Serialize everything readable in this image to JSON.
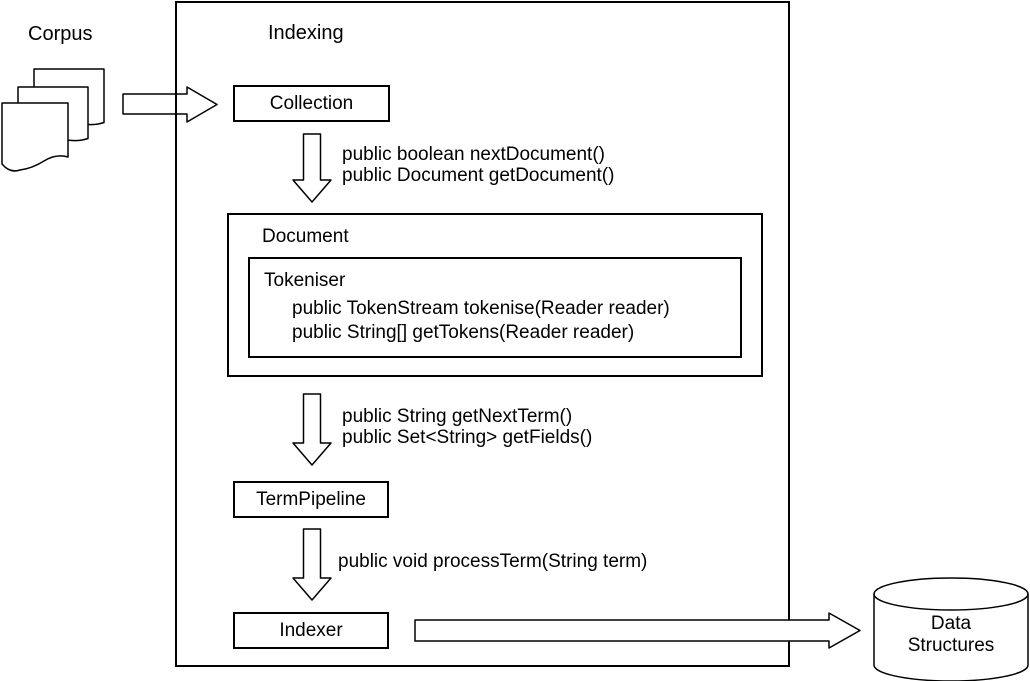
{
  "diagram": {
    "corpus": {
      "label": "Corpus",
      "icon": "document-stack-icon"
    },
    "indexing": {
      "label": "Indexing",
      "collection": {
        "label": "Collection"
      },
      "document": {
        "label": "Document",
        "tokeniser": {
          "label": "Tokeniser",
          "methods": [
            "public TokenStream tokenise(Reader reader)",
            "public String[] getTokens(Reader reader)"
          ]
        }
      },
      "term_pipeline": {
        "label": "TermPipeline"
      },
      "indexer": {
        "label": "Indexer"
      }
    },
    "arrows": {
      "corpus_to_collection": {
        "icon": "block-arrow-right-icon",
        "labels": []
      },
      "collection_to_document": {
        "icon": "block-arrow-down-icon",
        "labels": [
          "public boolean nextDocument()",
          "public Document getDocument()"
        ]
      },
      "document_to_termpipeline": {
        "icon": "block-arrow-down-icon",
        "labels": [
          "public String getNextTerm()",
          "public Set<String> getFields()"
        ]
      },
      "termpipeline_to_indexer": {
        "icon": "block-arrow-down-icon",
        "labels": [
          "public void processTerm(String term)"
        ]
      },
      "indexer_to_datastructures": {
        "icon": "block-arrow-right-icon",
        "labels": []
      }
    },
    "data_structures": {
      "icon": "database-cylinder-icon",
      "label_line1": "Data",
      "label_line2": "Structures"
    }
  },
  "colors": {
    "stroke": "#000000",
    "background": "#ffffff"
  }
}
